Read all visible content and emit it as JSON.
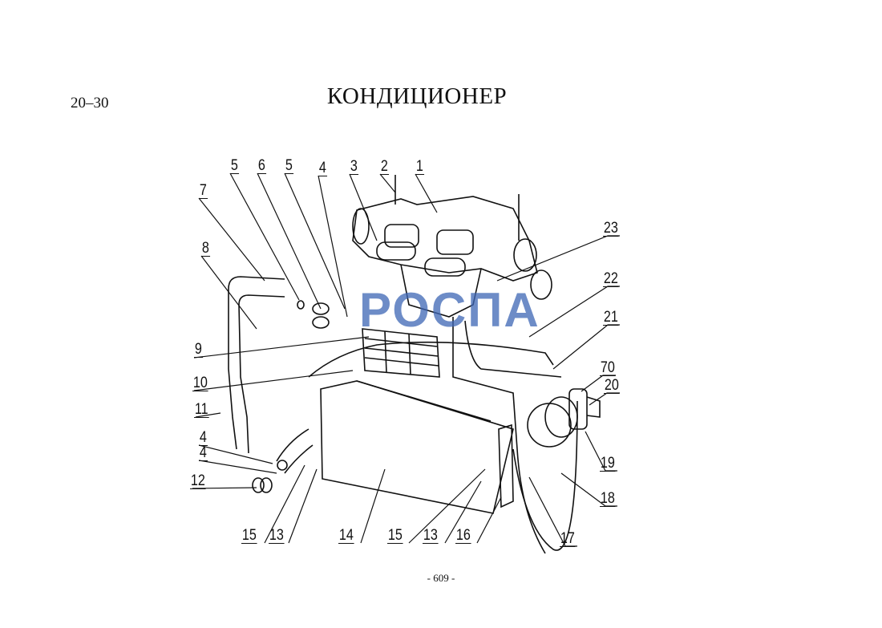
{
  "header": {
    "page_code": "20–30",
    "title": "КОНДИЦИОНЕР"
  },
  "footer": {
    "page_number": "- 609 -"
  },
  "watermark": "РОСПА",
  "callouts": [
    "5",
    "6",
    "5",
    "4",
    "3",
    "2",
    "1",
    "7",
    "8",
    "23",
    "22",
    "21",
    "9",
    "10",
    "70",
    "20",
    "11",
    "4",
    "4",
    "12",
    "19",
    "18",
    "15",
    "13",
    "14",
    "15",
    "13",
    "16",
    "17"
  ]
}
